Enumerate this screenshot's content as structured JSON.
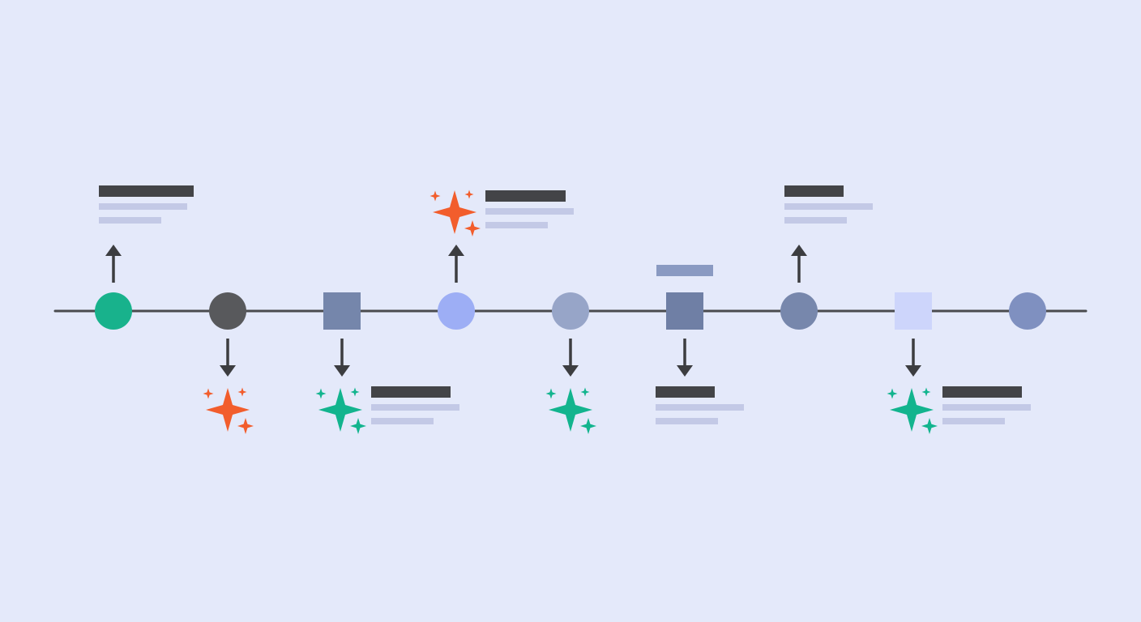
{
  "colors": {
    "background": "#e4e9fa",
    "timeline": "#4a4b4f",
    "arrow": "#3c3d40",
    "placeholder_dark": "#434447",
    "placeholder_light": "#c3c9e6",
    "tag_bar": "#8a9ac2"
  },
  "nodes": [
    {
      "shape": "circle",
      "color": "#18b28c",
      "arrow": "up",
      "sparkle": null,
      "text": "above"
    },
    {
      "shape": "circle",
      "color": "#58595c",
      "arrow": "down",
      "sparkle": "orange",
      "text": null
    },
    {
      "shape": "square",
      "color": "#7586ab",
      "arrow": "down",
      "sparkle": "teal",
      "text": "right"
    },
    {
      "shape": "circle",
      "color": "#9daef5",
      "arrow": "up",
      "sparkle": "orange",
      "text": "right"
    },
    {
      "shape": "circle",
      "color": "#97a5c8",
      "arrow": "down",
      "sparkle": "teal",
      "text": null
    },
    {
      "shape": "square",
      "color": "#6f7fa5",
      "arrow": "down",
      "sparkle": null,
      "text": "below",
      "tag": true
    },
    {
      "shape": "circle",
      "color": "#7787ac",
      "arrow": "up",
      "sparkle": null,
      "text": "above"
    },
    {
      "shape": "square",
      "color": "#cdd5fb",
      "arrow": "down",
      "sparkle": "teal",
      "text": "right"
    },
    {
      "shape": "circle",
      "color": "#7f90c0",
      "arrow": null,
      "sparkle": null,
      "text": null
    }
  ],
  "sparkle_colors": {
    "orange": "#f25d2c",
    "teal": "#12b48e"
  }
}
